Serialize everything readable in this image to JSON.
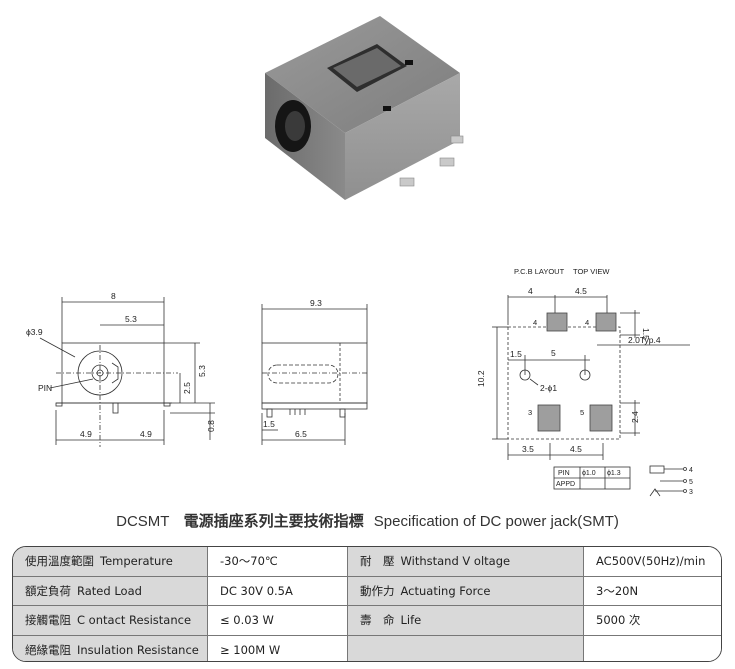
{
  "dims": {
    "front_width": "8",
    "front_hole_offset": "5.3",
    "front_diameter": "ϕ3.9",
    "front_pin": "PIN",
    "front_height": "5.3",
    "front_center_height": "2.5",
    "front_pin_len": "0.8",
    "front_left": "4.9",
    "front_right": "4.9",
    "side_width": "9.3",
    "side_small": "1.5",
    "side_body": "6.5",
    "pcb_title": "P.C.B LAYOUT",
    "pcb_view": "TOP VIEW",
    "pcb_top_a": "4",
    "pcb_top_b": "4.5",
    "pcb_pad_h": "1.5",
    "pcb_typ": "2.0Typ.4",
    "pcb_height": "10.2",
    "pcb_hole_off": "1.5",
    "pcb_hole_gap": "5",
    "pcb_hole_d": "2-ϕ1",
    "pcb_pad_w": "2.4",
    "pcb_bot_a": "3.5",
    "pcb_bot_b": "4.5",
    "pad_4": "4",
    "pad_4b": "4",
    "pad_3": "3",
    "pad_5": "5",
    "pin_table_pin": "PIN",
    "pin_table_d1": "ϕ1.0",
    "pin_table_d2": "ϕ1.3",
    "pin_table_appd": "APPD",
    "sym_4": "4",
    "sym_5": "5",
    "sym_3": "3"
  },
  "title": {
    "model": "DCSMT",
    "cn": "電源插座系列主要技術指標",
    "en": "Specification of DC power jack(SMT)"
  },
  "spec_rows": [
    {
      "cn1": "使用溫度範圍",
      "en1": "Temperature",
      "v1": "-30～70℃",
      "cn2": "耐　壓",
      "en2": "Withstand V oltage",
      "v2": "AC500V(50Hz)/min"
    },
    {
      "cn1": "額定負荷",
      "en1": "Rated Load",
      "v1": "DC  30V  0.5A",
      "cn2": "動作力",
      "en2": "Actuating Force",
      "v2": "3～20N"
    },
    {
      "cn1": "接觸電阻",
      "en1": "C ontact Resistance",
      "v1": "≤ 0.03 W",
      "cn2": "壽　命",
      "en2": "Life",
      "v2": "5000 次"
    },
    {
      "cn1": "絕緣電阻",
      "en1": "Insulation Resistance",
      "v1": "≥ 100M W",
      "cn2": "",
      "en2": "",
      "v2": ""
    }
  ]
}
